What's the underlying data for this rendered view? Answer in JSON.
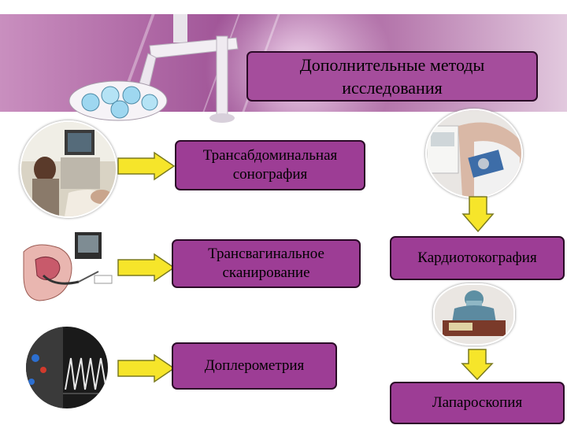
{
  "title": {
    "line1": "Дополнительные методы",
    "line2": "исследования"
  },
  "methods": [
    {
      "line1": "Трансабдоминальная",
      "line2": "сонография"
    },
    {
      "line1": "Трансвагинальное",
      "line2": "сканирование"
    },
    {
      "line1": "Доплерометрия"
    },
    {
      "line1": "Кардиотокография"
    },
    {
      "line1": "Лапароскопия"
    }
  ],
  "colors": {
    "box_fill": "#9d3d95",
    "arrow_fill": "#f6e52a",
    "arrow_stroke": "#7a7a20",
    "header_band": "#b06aa6"
  },
  "icons": [
    "ceiling-lamp-icon",
    "arrow-right-icon",
    "arrow-down-icon"
  ]
}
